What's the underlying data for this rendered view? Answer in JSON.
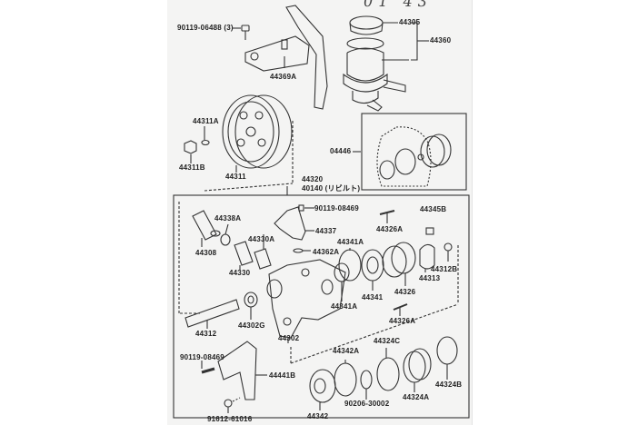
{
  "diagram": {
    "title": "Power steering vane pump exploded parts diagram",
    "handwritten_note": "01 43",
    "labels": {
      "bolt_top": "90119-06488 (3)",
      "bracket": "44369A",
      "cap": "44305",
      "reservoir": "44360",
      "washer": "44311A",
      "nut": "44311B",
      "pulley": "44311",
      "pump_assy": "44320",
      "pump_assy_rebuilt": "40140 (リビルト)",
      "gasket_kit": "04446",
      "union": "44308",
      "o_ring_union": "44338A",
      "valve_spring": "44330A",
      "flow_valve": "44330",
      "bolt_mid": "90119-08469",
      "suction_port": "44337",
      "o_ring_port": "44362A",
      "pin": "44326A",
      "plate": "44345B",
      "o_ring_a": "44341A",
      "pressure_plate": "44341",
      "cam_ring": "44326",
      "rotor": "44313",
      "snap_ring_shaft": "44312B",
      "o_ring_b": "44341A",
      "shaft": "44312",
      "oil_seal": "44302G",
      "housing": "44302",
      "pin_b": "44326A",
      "bolt_bottom": "90119-08469",
      "bracket_b": "44441B",
      "nut_bottom": "91612-61016",
      "o_ring_c": "44342A",
      "o_ring_d": "44324C",
      "bearing": "90206-30002",
      "rear_housing": "44342",
      "cover": "44324A",
      "snap_ring": "44324B"
    }
  }
}
